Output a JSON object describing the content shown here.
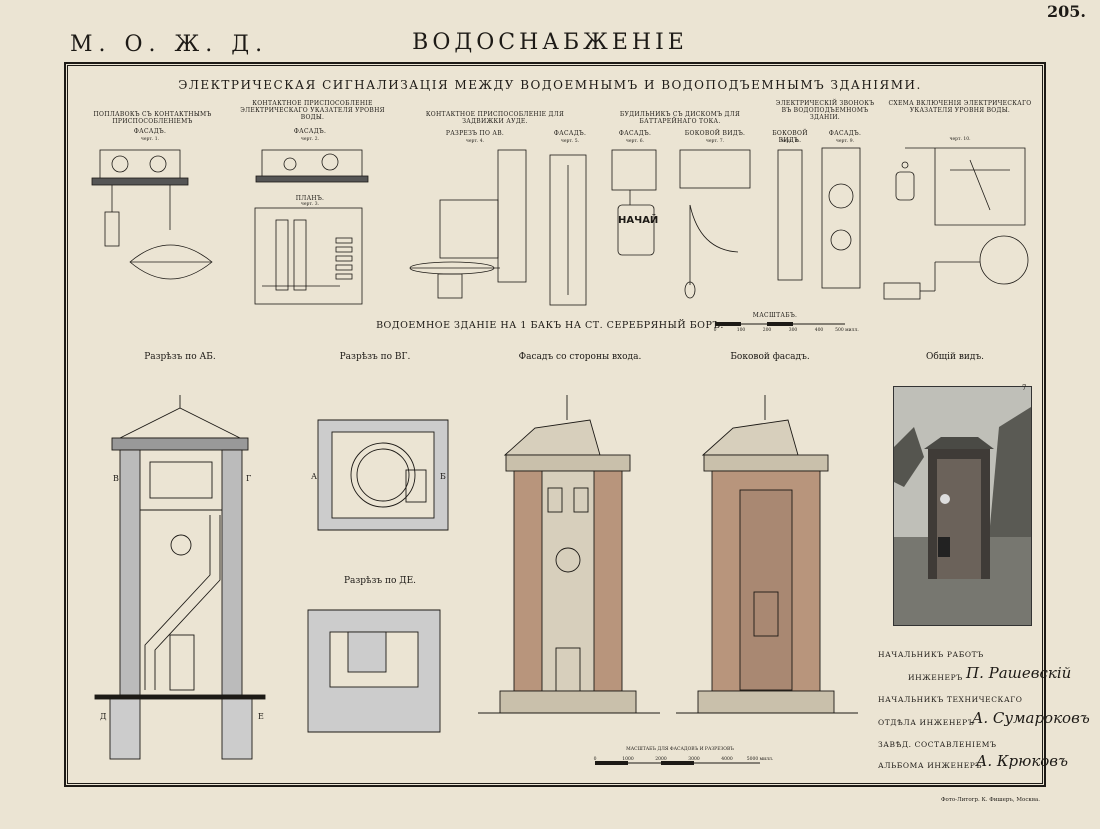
{
  "header": {
    "left": "М. О. Ж. Д.",
    "center": "ВОДОСНАБЖЕНІЕ",
    "page_number": "205."
  },
  "top_title": "ЭЛЕКТРИЧЕСКАЯ СИГНАЛИЗАЦІЯ МЕЖДУ ВОДОЕМНЫМЪ И ВОДОПОДЪЕМНЫМЪ ЗДАНІЯМИ.",
  "panels": [
    {
      "title": "ПОПЛАВОКЪ СЪ КОНТАКТНЫМЪ ПРИСПОСОБЛЕНІЕМЪ",
      "view": "ФАСАДЪ.",
      "sheet": "черт. 1."
    },
    {
      "title": "КОНТАКТНОЕ ПРИСПОСОБЛЕНІЕ ЭЛЕКТРИЧЕСКАГО УКАЗАТЕЛЯ УРОВНЯ ВОДЫ.",
      "view": "ФАСАДЪ.",
      "sheet": "черт. 2.",
      "plan": "ПЛАНЪ.",
      "plan_sheet": "черт. 3."
    },
    {
      "title": "КОНТАКТНОЕ ПРИСПОСОБЛЕНІЕ ДЛЯ ЗАДВИЖКИ АУДЕ.",
      "view": "РАЗРЕЗЪ ПО АВ.",
      "sheet": "черт. 4.",
      "view2": "ФАСАДЪ.",
      "sheet2": "черт. 5."
    },
    {
      "title": "БУДИЛЬНИКЪ СЪ ДИСКОМЪ ДЛЯ БАТТАРЕЙНАГО ТОКА.",
      "view": "ФАСАДЪ.",
      "sheet": "черт. 6.",
      "view2": "БОКОВОЙ ВИДЪ.",
      "sheet2": "черт. 7.",
      "label": "НАЧАЙ"
    },
    {
      "title": "ЭЛЕКТРИЧЕСКІЙ ЗВОНОКЪ ВЪ ВОДОПОДЪЕМНОМЪ ЗДАНІИ.",
      "view": "БОКОВОЙ ВИДЪ.",
      "sheet": "черт. 8.",
      "view2": "ФАСАДЪ.",
      "sheet2": "черт. 9."
    },
    {
      "title": "СХЕМА ВКЛЮЧЕНІЯ ЭЛЕКТРИЧЕСКАГО УКАЗАТЕЛЯ УРОВНЯ ВОДЫ.",
      "sheet": "черт. 10."
    }
  ],
  "middle_title": "ВОДОЕМНОЕ ЗДАНІЕ НА 1 БАКЪ НА СТ. СЕРЕБРЯНЫЙ БОРЪ.",
  "scale_top": {
    "label": "МАСШТАБЪ.",
    "ticks": [
      "0",
      "100",
      "200",
      "300",
      "400",
      "500 милл."
    ]
  },
  "sections": [
    {
      "title": "Разрѣзъ по АБ."
    },
    {
      "title": "Разрѣзъ по ВГ."
    },
    {
      "title": "Фасадъ со стороны входа."
    },
    {
      "title": "Боковой фасадъ."
    },
    {
      "title": "Общій видъ."
    },
    {
      "title": "Разрѣзъ по ДЕ."
    }
  ],
  "scale_bottom": {
    "label": "МАСШТАБЪ ДЛЯ ФАСАДОВЪ И РАЗРЕЗОВЪ",
    "ticks": [
      "0",
      "1000",
      "2000",
      "3000",
      "4000",
      "5000 милл."
    ]
  },
  "signatures": [
    {
      "role": "НАЧАЛЬНИКЪ РАБОТЪ",
      "title": "ИНЖЕНЕРЪ",
      "name": "П. Рашевскій"
    },
    {
      "role": "НАЧАЛЬНИКЪ ТЕХНИЧЕСКАГО",
      "title": "ОТДѢЛА ИНЖЕНЕРЪ",
      "name": "А. Сумароковъ"
    },
    {
      "role": "ЗАВѢД. СОСТАВЛЕНІЕМЪ",
      "title": "АЛЬБОМА ИНЖЕНЕРЪ",
      "name": "А. Крюковъ"
    }
  ],
  "photo_number": "7",
  "credit": "Фото-Литогр. К. Фишеръ, Москва.",
  "labels": {
    "a": "А",
    "b": "Б",
    "v": "В",
    "g": "Г",
    "d": "Д",
    "e": "Е"
  },
  "colors": {
    "paper": "#ebe4d3",
    "ink": "#1d1a16"
  }
}
